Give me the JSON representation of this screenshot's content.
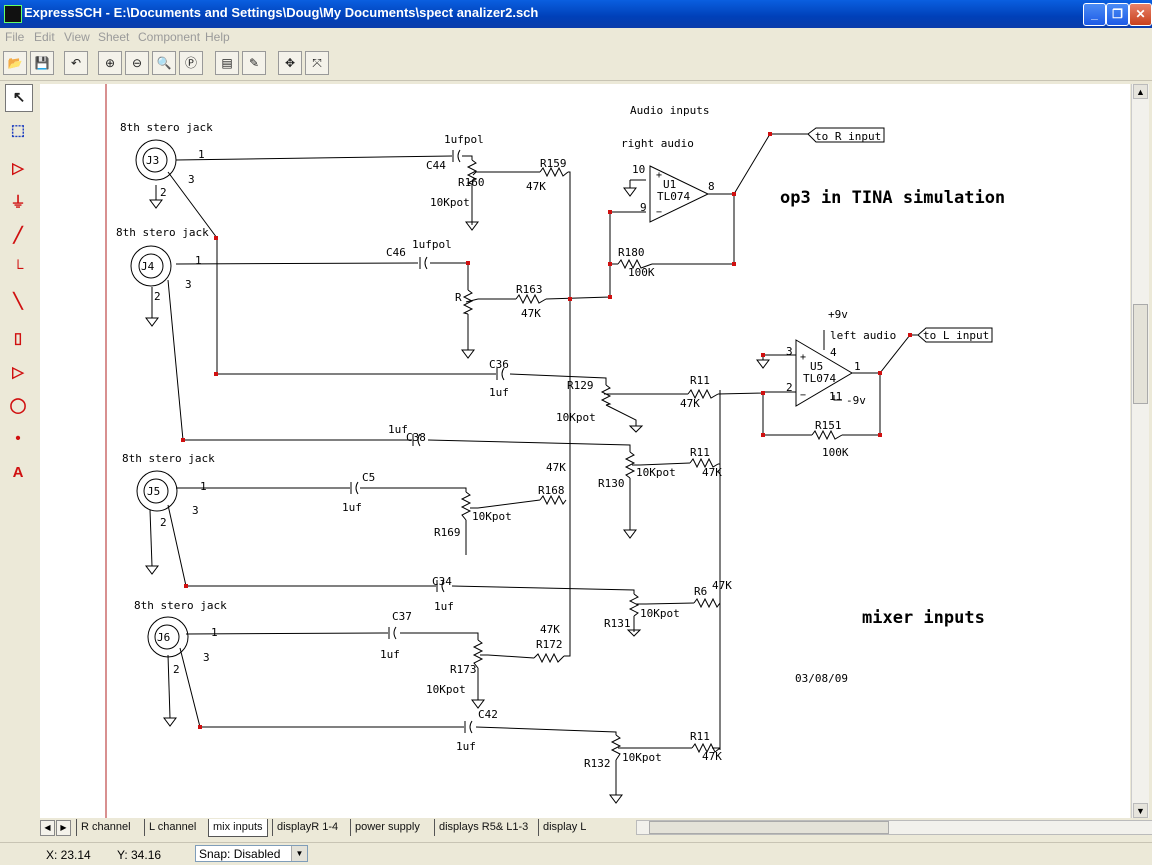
{
  "window": {
    "title": "ExpressSCH - E:\\Documents and Settings\\Doug\\My Documents\\spect analizer2.sch",
    "minimize": "_",
    "maximize": "❐",
    "close": "✕"
  },
  "menu": [
    "File",
    "Edit",
    "View",
    "Sheet",
    "Component",
    "Help"
  ],
  "toolbar": [
    {
      "name": "open-icon",
      "glyph": "📂"
    },
    {
      "name": "save-icon",
      "glyph": "💾"
    },
    {
      "name": "undo-icon",
      "glyph": "↶"
    },
    {
      "name": "zoom-in-icon",
      "glyph": "⊕"
    },
    {
      "name": "zoom-out-icon",
      "glyph": "⊖"
    },
    {
      "name": "zoom-area-icon",
      "glyph": "🔍"
    },
    {
      "name": "zoom-page-icon",
      "glyph": "Ⓟ"
    },
    {
      "name": "properties-icon",
      "glyph": "▤"
    },
    {
      "name": "edit-part-icon",
      "glyph": "✎"
    },
    {
      "name": "pan-icon",
      "glyph": "✥"
    },
    {
      "name": "fit-icon",
      "glyph": "⤧"
    }
  ],
  "tools": [
    {
      "name": "select-tool",
      "glyph": "↖"
    },
    {
      "name": "zoom-select-tool",
      "glyph": "⬚"
    },
    {
      "name": "component-tool",
      "glyph": "▷"
    },
    {
      "name": "ground-tool",
      "glyph": "⏚"
    },
    {
      "name": "wire-tool",
      "glyph": "╱"
    },
    {
      "name": "corner-wire-tool",
      "glyph": "└"
    },
    {
      "name": "bus-tool",
      "glyph": "╲"
    },
    {
      "name": "module-tool",
      "glyph": "▯"
    },
    {
      "name": "port-tool",
      "glyph": "▷"
    },
    {
      "name": "circle-tool",
      "glyph": "◯"
    },
    {
      "name": "junction-tool",
      "glyph": "•"
    },
    {
      "name": "text-tool",
      "glyph": "A"
    }
  ],
  "tabs": [
    "R channel",
    "L channel",
    "mix inputs",
    "displayR 1-4",
    "power supply",
    "displays R5& L1-3",
    "display L"
  ],
  "active_tab": "mix inputs",
  "status": {
    "x": "X: 23.14",
    "y": "Y: 34.16",
    "snap": "Snap:  Disabled"
  },
  "schematic": {
    "labels": {
      "audio_inputs": "Audio inputs",
      "right_audio": "right audio",
      "left_audio": "left audio",
      "op3": "op3 in TINA simulation",
      "mixer": "mixer inputs",
      "date": "03/08/09",
      "to_r": "to R input",
      "to_l": "to L input",
      "plus9": "+9v",
      "minus9": "-9v"
    },
    "jacks": [
      {
        "id": "J3",
        "title": "8th stero jack"
      },
      {
        "id": "J4",
        "title": "8th stero jack"
      },
      {
        "id": "J5",
        "title": "8th stero jack"
      },
      {
        "id": "J6",
        "title": "8th stero jack"
      }
    ],
    "parts": {
      "c44": "C44",
      "c44v": "1ufpol",
      "r160": "R160",
      "r160v": "10Kpot",
      "r159": "R159",
      "r159v": "47K",
      "c46": "C46",
      "c46v": "1ufpol",
      "r_pot": "R",
      "r163": "R163",
      "r163v": "47K",
      "r180": "R180",
      "r180v": "100K",
      "u1": "U1",
      "u1v": "TL074",
      "u5": "U5",
      "u5v": "TL074",
      "c36": "C36",
      "c36v": "1uf",
      "r129": "R129",
      "r129v": "10Kpot",
      "r11a": "R11",
      "r11av": "47K",
      "r151": "R151",
      "r151v": "100K",
      "c38": "C38",
      "c38v": "1uf",
      "r130": "R130",
      "r130v": "10Kpot",
      "r11b": "R11",
      "r11bv": "47K",
      "k47a": "47K",
      "c5": "C5",
      "c5v": "1uf",
      "r169": "R169",
      "r169v": "10Kpot",
      "r168": "R168",
      "c34": "C34",
      "c34v": "1uf",
      "r131": "R131",
      "r131v": "10Kpot",
      "r6": "R6",
      "r6v": "47K",
      "c37": "C37",
      "c37v": "1uf",
      "r173": "R173",
      "r173v": "10Kpot",
      "r172": "R172",
      "r172v": "47K",
      "c42": "C42",
      "c42v": "1uf",
      "r132": "R132",
      "r132v": "10Kpot",
      "r11c": "R11",
      "r11cv": "47K"
    },
    "pins": {
      "p1": "1",
      "p2": "2",
      "p3": "3",
      "p4": "4",
      "p8": "8",
      "p9": "9",
      "p10": "10",
      "p11": "11"
    }
  }
}
